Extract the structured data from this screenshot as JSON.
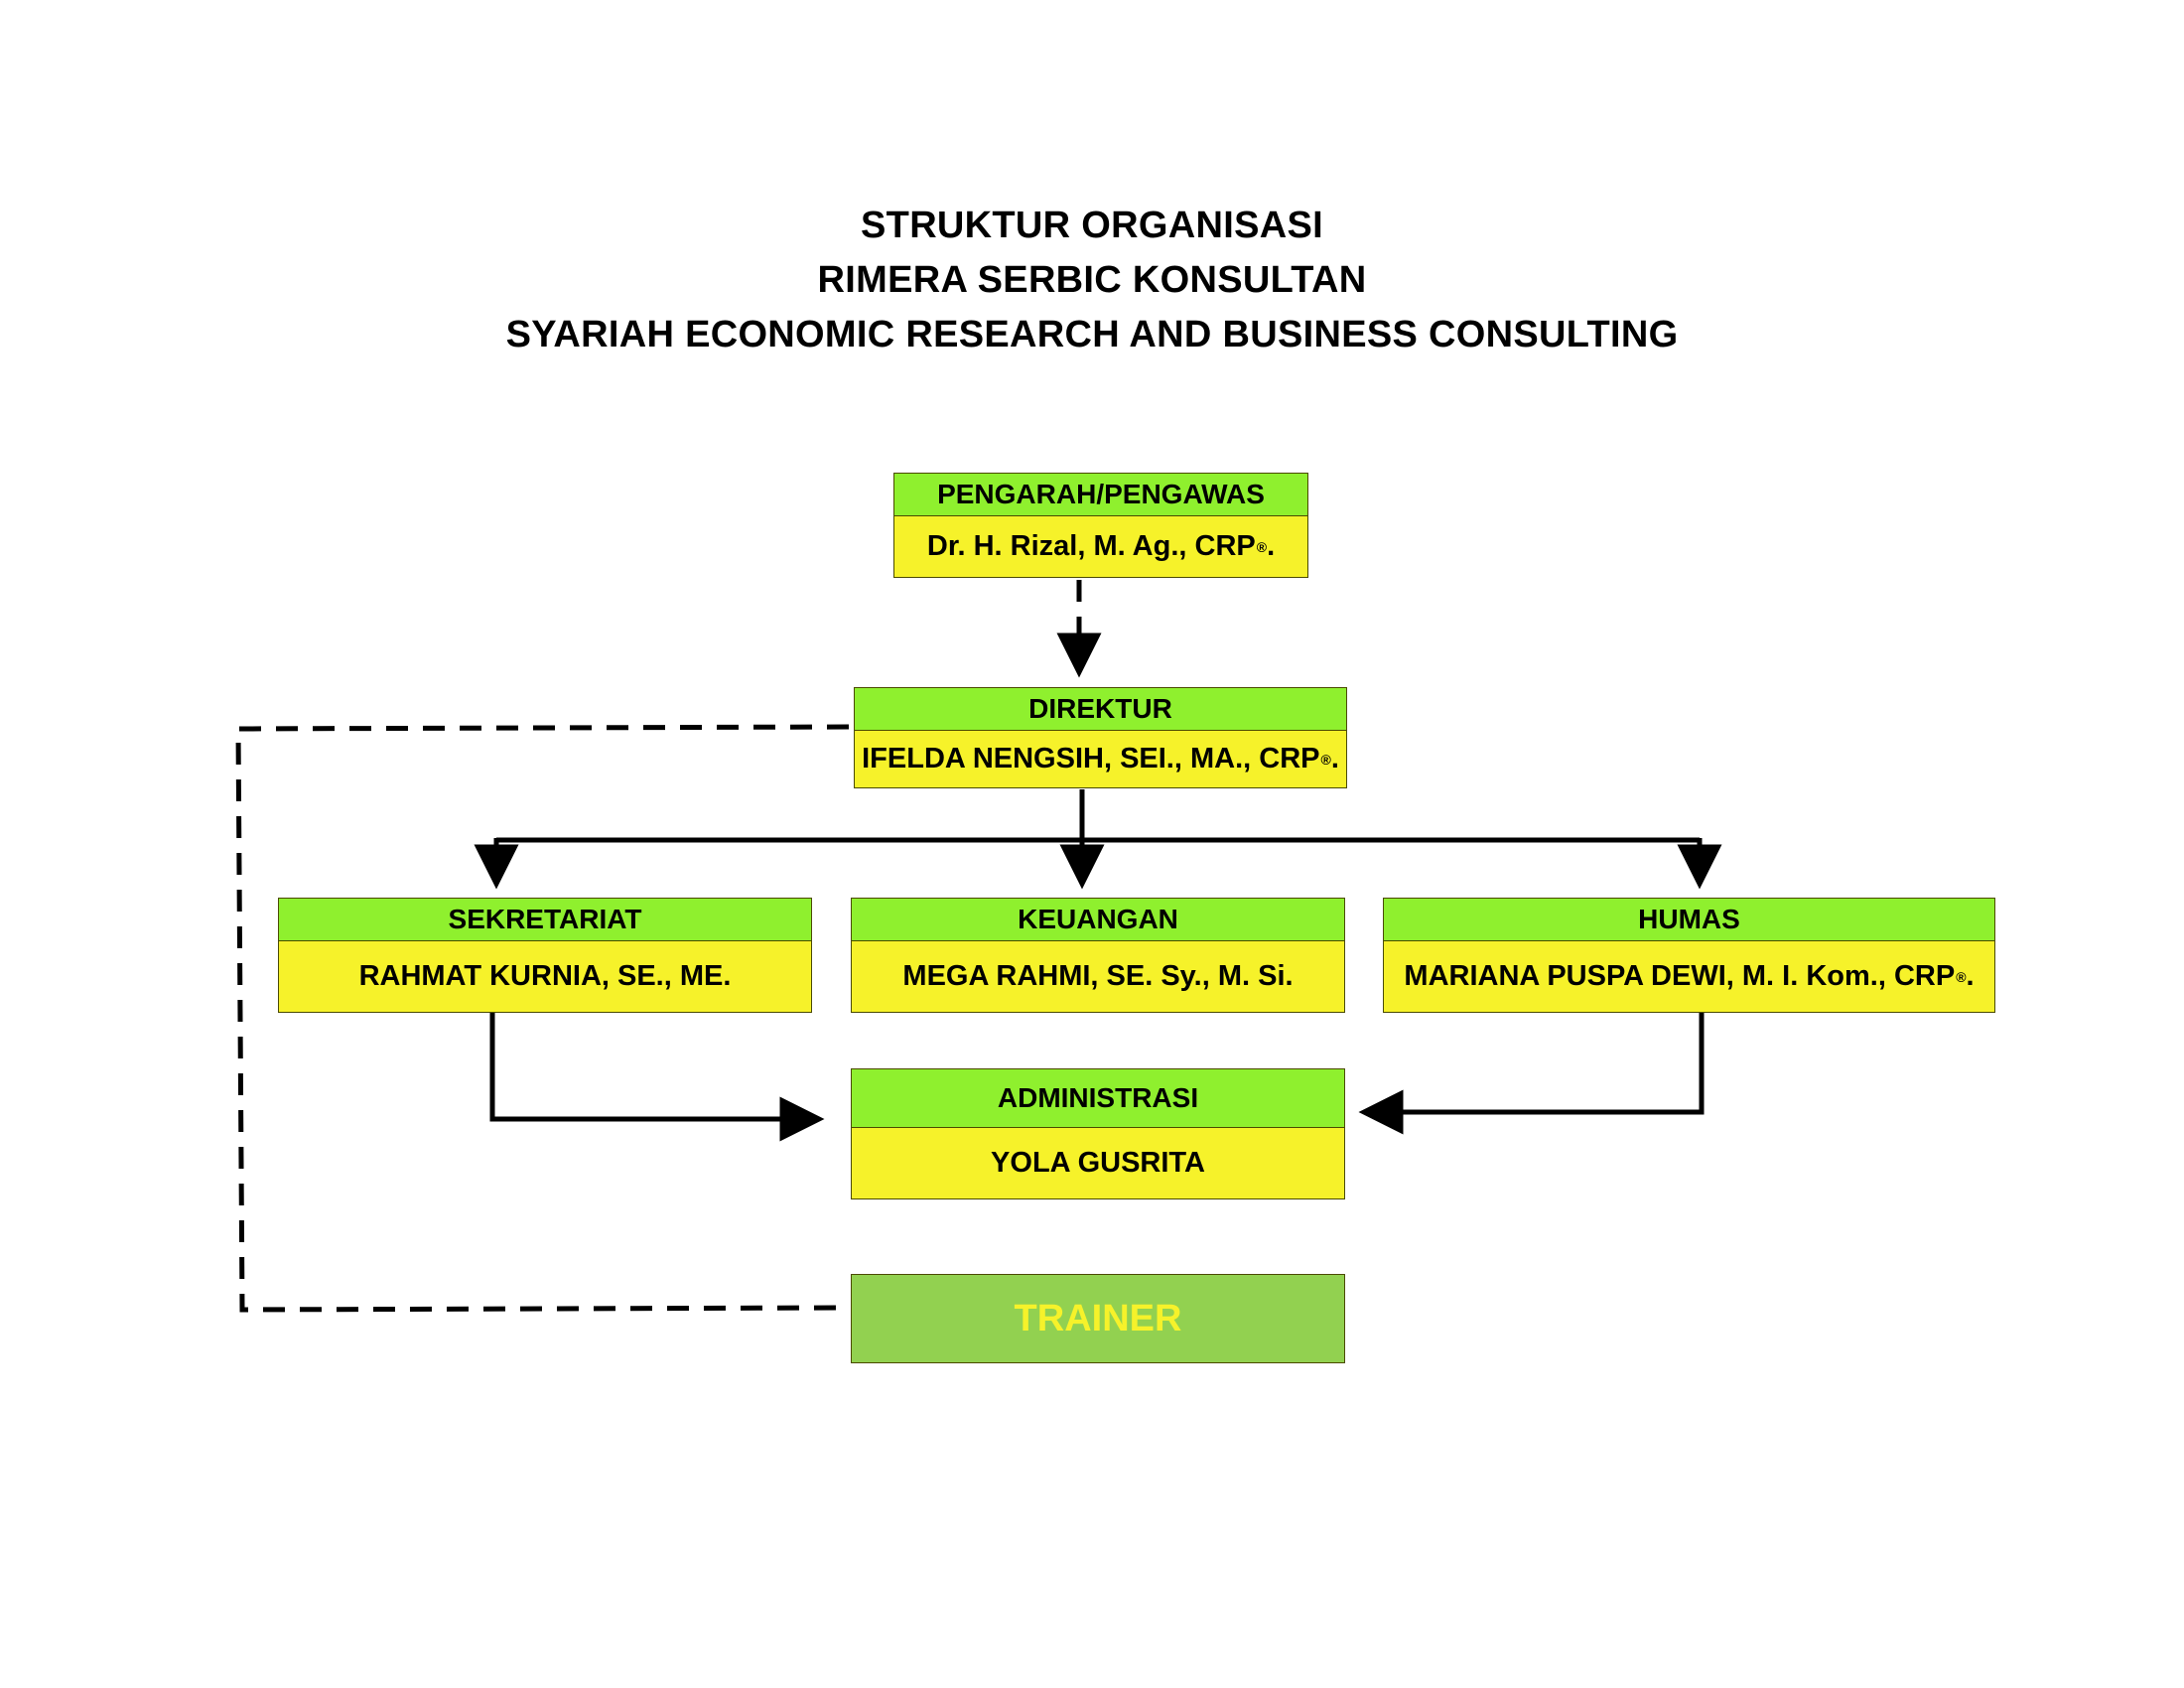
{
  "title_lines": [
    "STRUKTUR ORGANISASI",
    "RIMERA SERBIC KONSULTAN",
    "SYARIAH ECONOMIC RESEARCH AND BUSINESS CONSULTING"
  ],
  "nodes": {
    "pengarah": {
      "role": "PENGARAH/PENGAWAS",
      "name": "Dr. H. Rizal, M. Ag., CRP",
      "mark": "®",
      "suffix": "."
    },
    "direktur": {
      "role": "DIREKTUR",
      "name": "IFELDA NENGSIH, SEI., MA., CRP",
      "mark": "®",
      "suffix": "."
    },
    "sekretariat": {
      "role": "SEKRETARIAT",
      "name": "RAHMAT KURNIA, SE., ME."
    },
    "keuangan": {
      "role": "KEUANGAN",
      "name": "MEGA RAHMI, SE. Sy., M. Si."
    },
    "humas": {
      "role": "HUMAS",
      "name": "MARIANA PUSPA DEWI, M. I. Kom., CRP",
      "mark": "®",
      "suffix": "."
    },
    "administrasi": {
      "role": "ADMINISTRASI",
      "name": "YOLA GUSRITA"
    },
    "trainer": {
      "role": "TRAINER"
    }
  },
  "colors": {
    "header_green": "#8ff02e",
    "body_yellow": "#f6f22a",
    "trainer_green": "#92d150",
    "trainer_text": "#f6f22a"
  },
  "edges": [
    {
      "from": "pengarah",
      "to": "direktur",
      "style": "dashed"
    },
    {
      "from": "direktur",
      "to": "sekretariat",
      "style": "solid"
    },
    {
      "from": "direktur",
      "to": "keuangan",
      "style": "solid"
    },
    {
      "from": "direktur",
      "to": "humas",
      "style": "solid"
    },
    {
      "from": "sekretariat",
      "to": "administrasi",
      "style": "solid"
    },
    {
      "from": "humas",
      "to": "administrasi",
      "style": "solid"
    },
    {
      "from": "direktur",
      "to": "trainer",
      "style": "dashed"
    }
  ]
}
